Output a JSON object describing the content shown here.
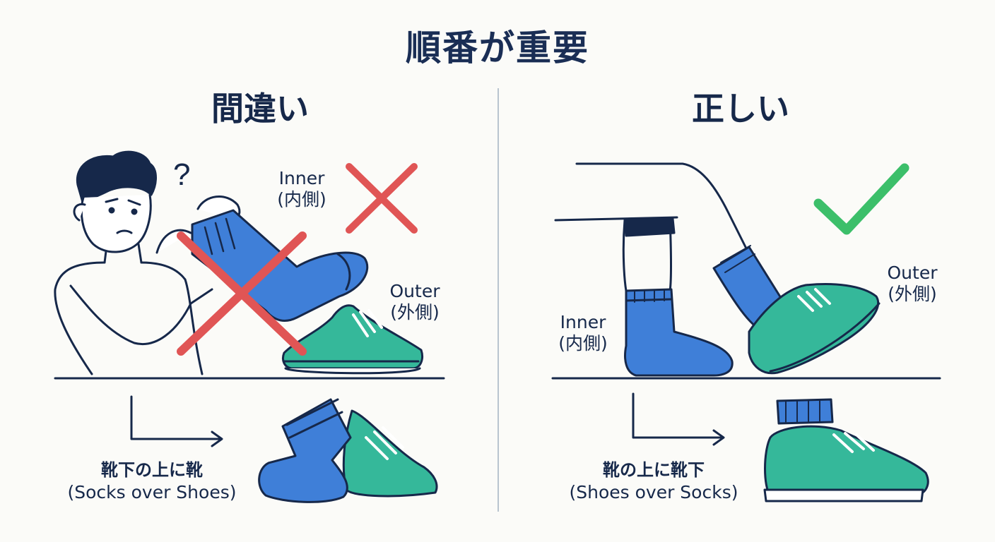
{
  "title": "順番が重要",
  "wrong": {
    "heading": "間違い",
    "inner_label": "Inner",
    "inner_label_jp": "(内側)",
    "outer_label": "Outer",
    "outer_label_jp": "(外側)",
    "caption_jp": "靴下の上に靴",
    "caption_en": "(Socks over Shoes)"
  },
  "right": {
    "heading": "正しい",
    "inner_label": "Inner",
    "inner_label_jp": "(内側)",
    "outer_label": "Outer",
    "outer_label_jp": "(外側)",
    "caption_jp": "靴の上に靴下",
    "caption_en": "(Shoes over Socks)"
  },
  "colors": {
    "navy": "#16284a",
    "sock_blue": "#3f7fd8",
    "shoe_teal": "#35b89a",
    "cross_red": "#e05555",
    "check_green": "#3cbf6a"
  }
}
